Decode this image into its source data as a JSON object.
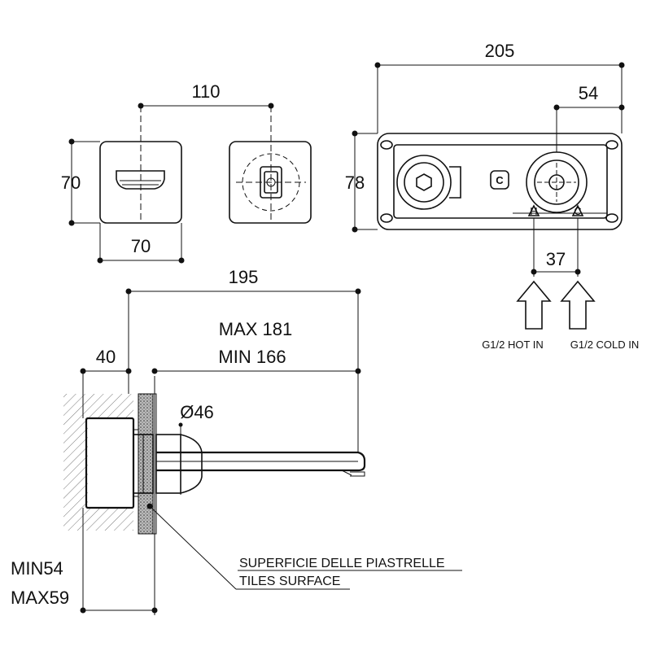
{
  "dimensions": {
    "top_width": "110",
    "front_height": "70",
    "front_width": "70",
    "plate_width": "205",
    "plate_offset": "54",
    "plate_height": "78",
    "inlet_spacing": "37",
    "total_length": "195",
    "wall_depth": "40",
    "spout_max": "MAX 181",
    "spout_min": "MIN 166",
    "diameter": "Ø46",
    "min_depth": "MIN54",
    "max_depth": "MAX59"
  },
  "labels": {
    "hot_inlet": "G1/2 HOT IN",
    "cold_inlet": "G1/2 COLD IN",
    "tiles_surface_it": "SUPERFICIE DELLE PIASTRELLE",
    "tiles_surface_en": "TILES SURFACE",
    "hot_mark": "H",
    "cold_mark": "C"
  }
}
